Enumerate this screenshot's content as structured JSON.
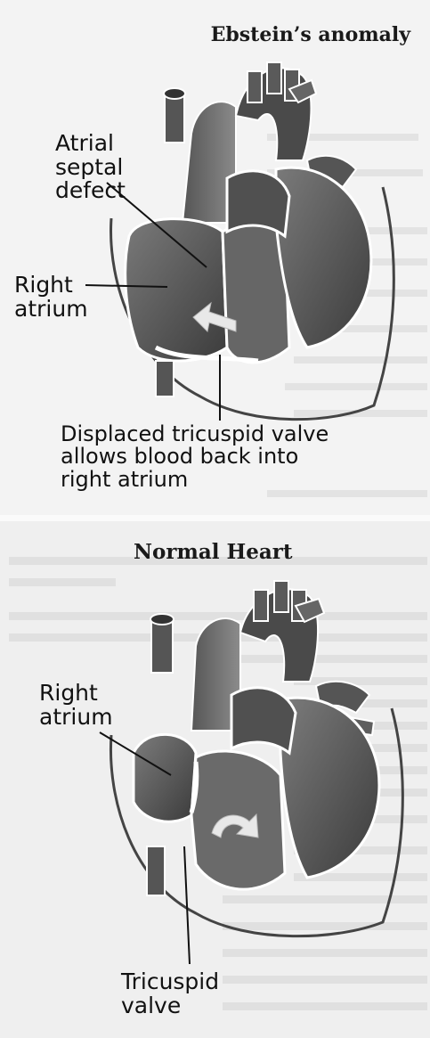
{
  "figure_top": {
    "title": "Ebstein’s anomaly",
    "labels": {
      "asd": [
        "Atrial",
        "septal",
        "defect"
      ],
      "right_atrium": [
        "Right",
        "atrium"
      ],
      "displaced_valve": [
        "Displaced tricuspid valve",
        "allows blood back into",
        "right atrium"
      ]
    }
  },
  "figure_bottom": {
    "title": "Normal Heart",
    "labels": {
      "right_atrium": [
        "Right",
        "atrium"
      ],
      "tricuspid": [
        "Tricuspid",
        "valve"
      ]
    }
  },
  "colors": {
    "background": "#f2f2f2",
    "heart_dark": "#4a4a4a",
    "heart_mid": "#6e6e6e",
    "heart_light": "#9a9a9a",
    "outline": "#ffffff",
    "text": "#111111"
  }
}
